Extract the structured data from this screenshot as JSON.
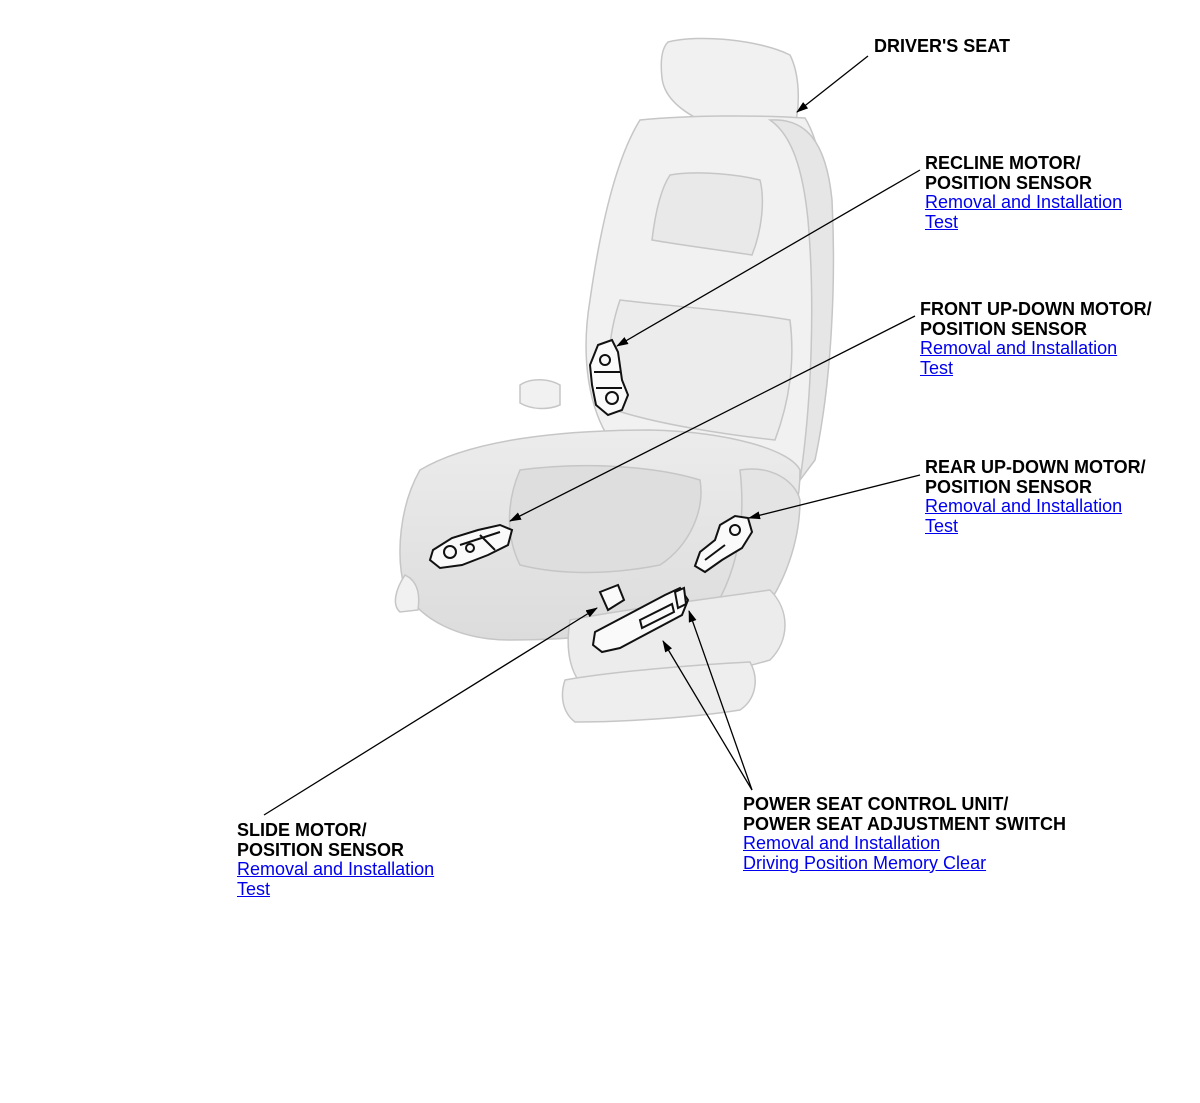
{
  "labels": {
    "drivers_seat": "DRIVER'S SEAT",
    "recline": {
      "line1": "RECLINE MOTOR/",
      "line2": "POSITION SENSOR",
      "link1": "Removal and Installation",
      "link2": "Test"
    },
    "front_up_down": {
      "line1": "FRONT UP-DOWN MOTOR/",
      "line2": "POSITION SENSOR",
      "link1": "Removal and Installation",
      "link2": "Test"
    },
    "rear_up_down": {
      "line1": "REAR UP-DOWN MOTOR/",
      "line2": "POSITION SENSOR",
      "link1": "Removal and Installation",
      "link2": "Test"
    },
    "slide": {
      "line1": "SLIDE MOTOR/",
      "line2": "POSITION SENSOR",
      "link1": "Removal and Installation",
      "link2": "Test"
    },
    "power_seat": {
      "line1": "POWER SEAT CONTROL UNIT/",
      "line2": "POWER SEAT ADJUSTMENT SWITCH",
      "link1": "Removal and Installation",
      "link2": "Driving Position Memory Clear"
    }
  },
  "colors": {
    "link": "#0000ee",
    "text": "#000000",
    "seat_fill": "#f0f0f0",
    "seat_stroke": "#c8c8c8"
  }
}
